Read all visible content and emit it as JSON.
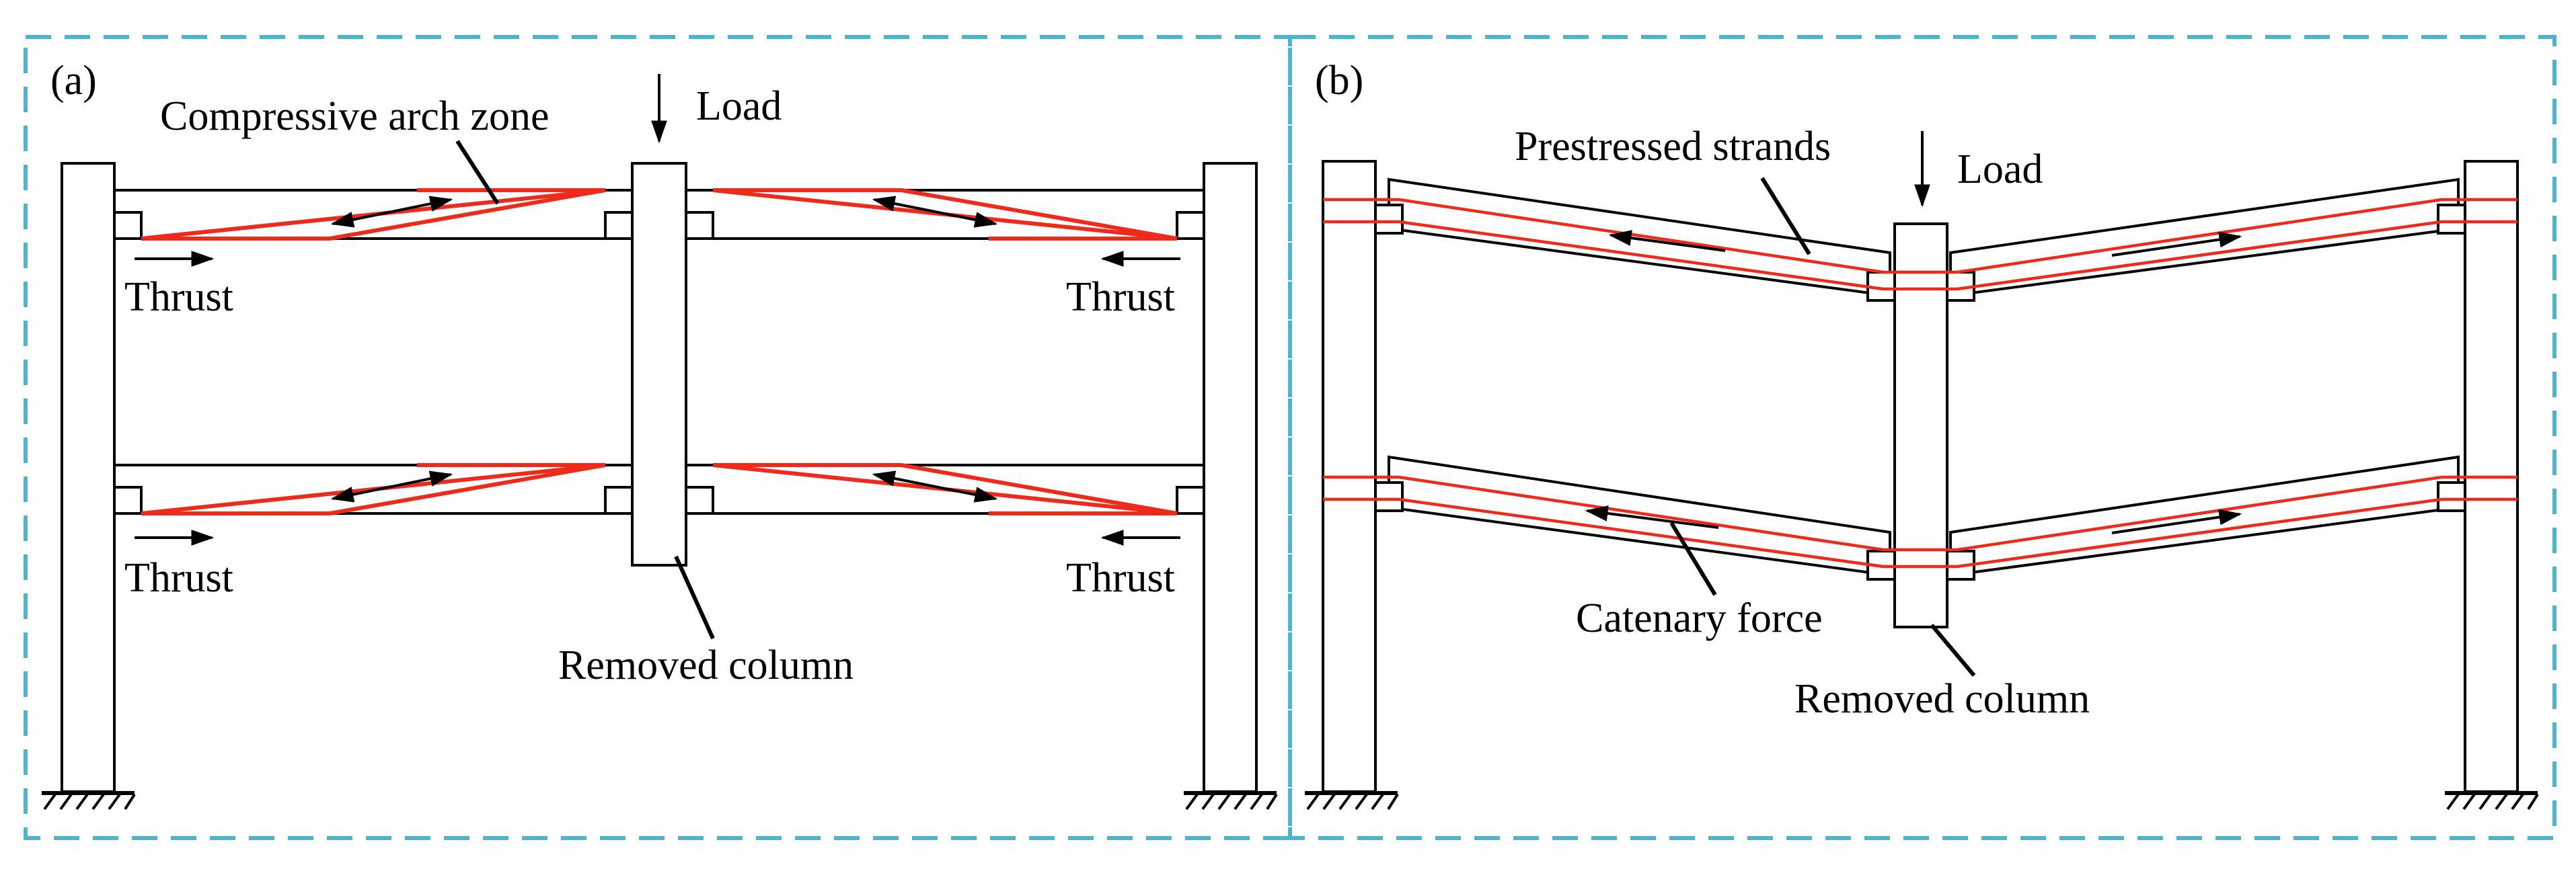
{
  "panel_a": {
    "tag": "(a)",
    "load_label": "Load",
    "arch_label": "Compressive arch zone",
    "thrust_labels": [
      "Thrust",
      "Thrust",
      "Thrust",
      "Thrust"
    ],
    "removed_label": "Removed column"
  },
  "panel_b": {
    "tag": "(b)",
    "load_label": "Load",
    "strands_label": "Prestressed strands",
    "catenary_label": "Catenary force",
    "removed_label": "Removed column"
  },
  "colors": {
    "strand_red": "#ee2a1a",
    "frame_dash": "#4fb3cc",
    "line": "#000000"
  }
}
